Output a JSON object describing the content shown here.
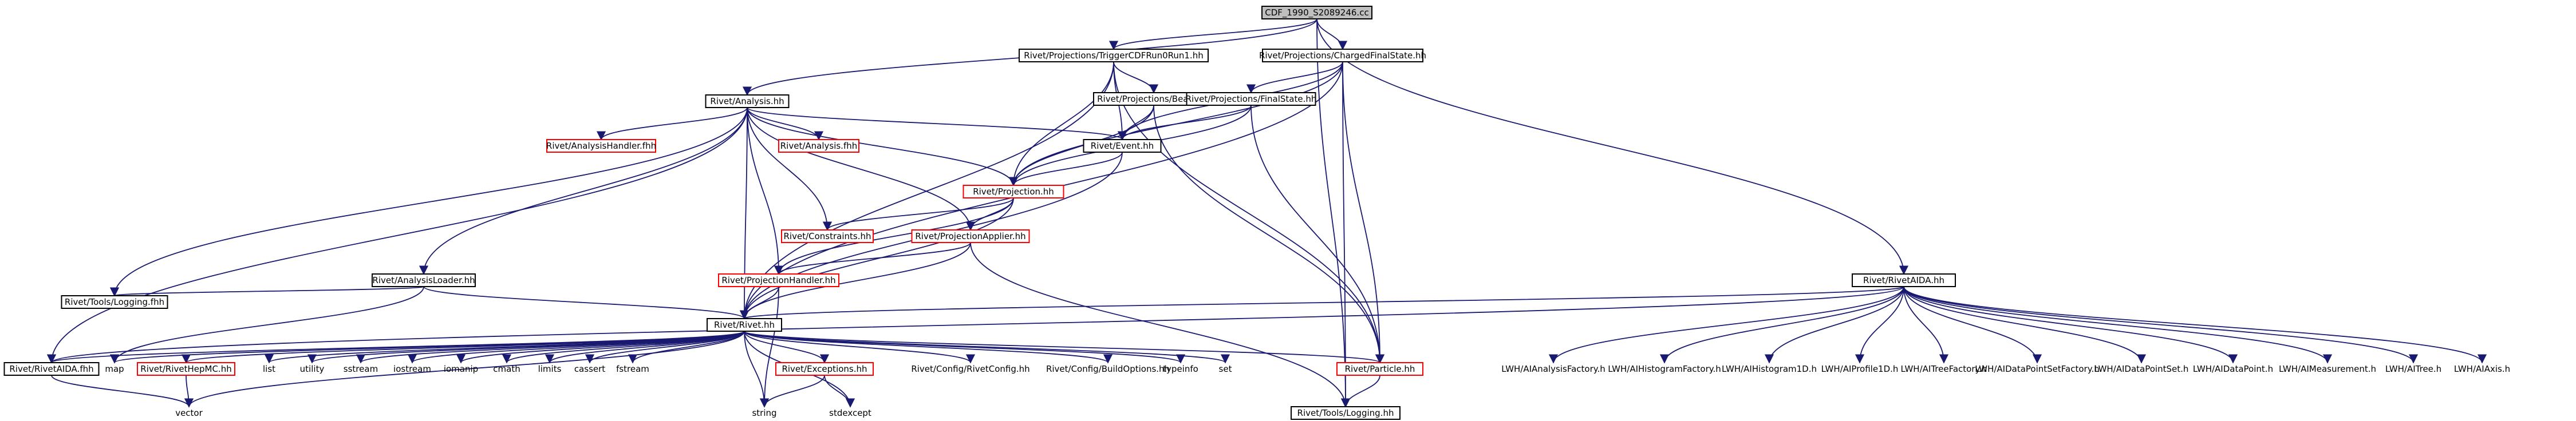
{
  "graph": {
    "colors": {
      "edge": "#191970",
      "node_text": "#000000",
      "root_fill": "#bfbfbf",
      "node_border": "#000000",
      "missing_border": "#ff0000"
    },
    "nodes": [
      {
        "id": "root",
        "label": "CDF_1990_S2089246.cc",
        "kind": "root"
      },
      {
        "id": "trig",
        "label": "Rivet/Projections/TriggerCDFRun0Run1.hh",
        "kind": "file"
      },
      {
        "id": "cfs",
        "label": "Rivet/Projections/ChargedFinalState.hh",
        "kind": "file"
      },
      {
        "id": "analysis",
        "label": "Rivet/Analysis.hh",
        "kind": "file"
      },
      {
        "id": "beam",
        "label": "Rivet/Projections/Beam.hh",
        "kind": "file"
      },
      {
        "id": "fs",
        "label": "Rivet/Projections/FinalState.hh",
        "kind": "file"
      },
      {
        "id": "ahandlerf",
        "label": "Rivet/AnalysisHandler.fhh",
        "kind": "missing"
      },
      {
        "id": "analysisf",
        "label": "Rivet/Analysis.fhh",
        "kind": "missing"
      },
      {
        "id": "event",
        "label": "Rivet/Event.hh",
        "kind": "file"
      },
      {
        "id": "projection",
        "label": "Rivet/Projection.hh",
        "kind": "missing"
      },
      {
        "id": "constraints",
        "label": "Rivet/Constraints.hh",
        "kind": "missing"
      },
      {
        "id": "projapplier",
        "label": "Rivet/ProjectionApplier.hh",
        "kind": "missing"
      },
      {
        "id": "aloader",
        "label": "Rivet/AnalysisLoader.hh",
        "kind": "file"
      },
      {
        "id": "projhandler",
        "label": "Rivet/ProjectionHandler.hh",
        "kind": "missing"
      },
      {
        "id": "loggingf",
        "label": "Rivet/Tools/Logging.fhh",
        "kind": "file"
      },
      {
        "id": "rivet",
        "label": "Rivet/Rivet.hh",
        "kind": "file"
      },
      {
        "id": "rivetaida",
        "label": "Rivet/RivetAIDA.hh",
        "kind": "file"
      },
      {
        "id": "raidafhh",
        "label": "Rivet/RivetAIDA.fhh",
        "kind": "file"
      },
      {
        "id": "map",
        "label": "map",
        "kind": "system"
      },
      {
        "id": "hepmc",
        "label": "Rivet/RivetHepMC.hh",
        "kind": "missing"
      },
      {
        "id": "list",
        "label": "list",
        "kind": "system"
      },
      {
        "id": "utility",
        "label": "utility",
        "kind": "system"
      },
      {
        "id": "sstream",
        "label": "sstream",
        "kind": "system"
      },
      {
        "id": "iostream",
        "label": "iostream",
        "kind": "system"
      },
      {
        "id": "iomanip",
        "label": "iomanip",
        "kind": "system"
      },
      {
        "id": "cmath",
        "label": "cmath",
        "kind": "system"
      },
      {
        "id": "limits",
        "label": "limits",
        "kind": "system"
      },
      {
        "id": "cassert",
        "label": "cassert",
        "kind": "system"
      },
      {
        "id": "fstream",
        "label": "fstream",
        "kind": "system"
      },
      {
        "id": "exceptions",
        "label": "Rivet/Exceptions.hh",
        "kind": "missing"
      },
      {
        "id": "rconfig",
        "label": "Rivet/Config/RivetConfig.hh",
        "kind": "system"
      },
      {
        "id": "bconfig",
        "label": "Rivet/Config/BuildOptions.hh",
        "kind": "system"
      },
      {
        "id": "typeinfo",
        "label": "typeinfo",
        "kind": "system"
      },
      {
        "id": "set",
        "label": "set",
        "kind": "system"
      },
      {
        "id": "particle",
        "label": "Rivet/Particle.hh",
        "kind": "missing"
      },
      {
        "id": "vector",
        "label": "vector",
        "kind": "system"
      },
      {
        "id": "string",
        "label": "string",
        "kind": "system"
      },
      {
        "id": "stdexcept",
        "label": "stdexcept",
        "kind": "system"
      },
      {
        "id": "logging",
        "label": "Rivet/Tools/Logging.hh",
        "kind": "file"
      },
      {
        "id": "i1",
        "label": "LWH/AIAnalysisFactory.h",
        "kind": "system"
      },
      {
        "id": "i2",
        "label": "LWH/AIHistogramFactory.h",
        "kind": "system"
      },
      {
        "id": "i3",
        "label": "LWH/AIHistogram1D.h",
        "kind": "system"
      },
      {
        "id": "i4",
        "label": "LWH/AIProfile1D.h",
        "kind": "system"
      },
      {
        "id": "i5",
        "label": "LWH/AITreeFactory.h",
        "kind": "system"
      },
      {
        "id": "i6",
        "label": "LWH/AIDataPointSetFactory.h",
        "kind": "system"
      },
      {
        "id": "i7",
        "label": "LWH/AIDataPointSet.h",
        "kind": "system"
      },
      {
        "id": "i8",
        "label": "LWH/AIDataPoint.h",
        "kind": "system"
      },
      {
        "id": "i9",
        "label": "LWH/AIMeasurement.h",
        "kind": "system"
      },
      {
        "id": "i10",
        "label": "LWH/AITree.h",
        "kind": "system"
      },
      {
        "id": "i11",
        "label": "LWH/AIAxis.h",
        "kind": "system"
      }
    ],
    "edges": [
      [
        "root",
        "trig"
      ],
      [
        "root",
        "cfs"
      ],
      [
        "root",
        "analysis"
      ],
      [
        "root",
        "rivetaida"
      ],
      [
        "root",
        "logging"
      ],
      [
        "trig",
        "beam"
      ],
      [
        "trig",
        "event"
      ],
      [
        "trig",
        "projection"
      ],
      [
        "trig",
        "particle"
      ],
      [
        "trig",
        "rivet"
      ],
      [
        "cfs",
        "fs"
      ],
      [
        "cfs",
        "event"
      ],
      [
        "cfs",
        "projection"
      ],
      [
        "cfs",
        "rivet"
      ],
      [
        "cfs",
        "particle"
      ],
      [
        "cfs",
        "logging"
      ],
      [
        "analysis",
        "ahandlerf"
      ],
      [
        "analysis",
        "analysisf"
      ],
      [
        "analysis",
        "event"
      ],
      [
        "analysis",
        "projection"
      ],
      [
        "analysis",
        "constraints"
      ],
      [
        "analysis",
        "projapplier"
      ],
      [
        "analysis",
        "aloader"
      ],
      [
        "analysis",
        "projhandler"
      ],
      [
        "analysis",
        "loggingf"
      ],
      [
        "analysis",
        "rivet"
      ],
      [
        "analysis",
        "raidafhh"
      ],
      [
        "beam",
        "event"
      ],
      [
        "beam",
        "projection"
      ],
      [
        "beam",
        "particle"
      ],
      [
        "fs",
        "event"
      ],
      [
        "fs",
        "projection"
      ],
      [
        "fs",
        "particle"
      ],
      [
        "event",
        "projection"
      ],
      [
        "event",
        "rivet"
      ],
      [
        "projection",
        "constraints"
      ],
      [
        "projection",
        "projapplier"
      ],
      [
        "projection",
        "projhandler"
      ],
      [
        "projection",
        "rivet"
      ],
      [
        "projapplier",
        "projhandler"
      ],
      [
        "projapplier",
        "rivet"
      ],
      [
        "projapplier",
        "logging"
      ],
      [
        "projhandler",
        "rivet"
      ],
      [
        "projhandler",
        "string"
      ],
      [
        "aloader",
        "rivet"
      ],
      [
        "aloader",
        "loggingf"
      ],
      [
        "aloader",
        "map"
      ],
      [
        "rivet",
        "raidafhh"
      ],
      [
        "rivet",
        "map"
      ],
      [
        "rivet",
        "hepmc"
      ],
      [
        "rivet",
        "list"
      ],
      [
        "rivet",
        "utility"
      ],
      [
        "rivet",
        "sstream"
      ],
      [
        "rivet",
        "iostream"
      ],
      [
        "rivet",
        "iomanip"
      ],
      [
        "rivet",
        "cmath"
      ],
      [
        "rivet",
        "limits"
      ],
      [
        "rivet",
        "cassert"
      ],
      [
        "rivet",
        "fstream"
      ],
      [
        "rivet",
        "exceptions"
      ],
      [
        "rivet",
        "rconfig"
      ],
      [
        "rivet",
        "bconfig"
      ],
      [
        "rivet",
        "typeinfo"
      ],
      [
        "rivet",
        "set"
      ],
      [
        "rivet",
        "particle"
      ],
      [
        "rivet",
        "vector"
      ],
      [
        "rivet",
        "string"
      ],
      [
        "rivet",
        "stdexcept"
      ],
      [
        "hepmc",
        "vector"
      ],
      [
        "raidafhh",
        "vector"
      ],
      [
        "exceptions",
        "string"
      ],
      [
        "exceptions",
        "stdexcept"
      ],
      [
        "particle",
        "logging"
      ],
      [
        "rivetaida",
        "rivet"
      ],
      [
        "rivetaida",
        "raidafhh"
      ],
      [
        "rivetaida",
        "i1"
      ],
      [
        "rivetaida",
        "i2"
      ],
      [
        "rivetaida",
        "i3"
      ],
      [
        "rivetaida",
        "i4"
      ],
      [
        "rivetaida",
        "i5"
      ],
      [
        "rivetaida",
        "i6"
      ],
      [
        "rivetaida",
        "i7"
      ],
      [
        "rivetaida",
        "i8"
      ],
      [
        "rivetaida",
        "i9"
      ],
      [
        "rivetaida",
        "i10"
      ],
      [
        "rivetaida",
        "i11"
      ]
    ]
  }
}
